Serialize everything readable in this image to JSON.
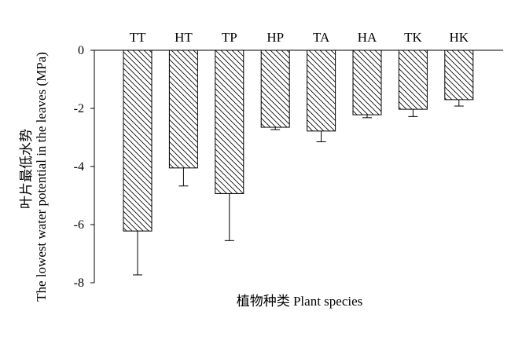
{
  "chart_data": {
    "type": "bar",
    "categories": [
      "TT",
      "HT",
      "TP",
      "HP",
      "TA",
      "HA",
      "TK",
      "HK"
    ],
    "values": [
      -6.22,
      -4.05,
      -4.93,
      -2.65,
      -2.78,
      -2.22,
      -2.03,
      -1.7
    ],
    "error": [
      1.51,
      0.62,
      1.62,
      0.08,
      0.37,
      0.1,
      0.25,
      0.22
    ],
    "ylim": [
      -8,
      0
    ],
    "yticks": [
      0,
      -2,
      -4,
      -6,
      -8
    ],
    "ylabel": [
      "叶片最低水势",
      "The lowest water potential in the leaves (MPa)"
    ],
    "xlabel": "植物种类 Plant species",
    "category_axis_position": "top",
    "bar_fill": "diagonal-hatch",
    "grid": false,
    "legend": false
  }
}
